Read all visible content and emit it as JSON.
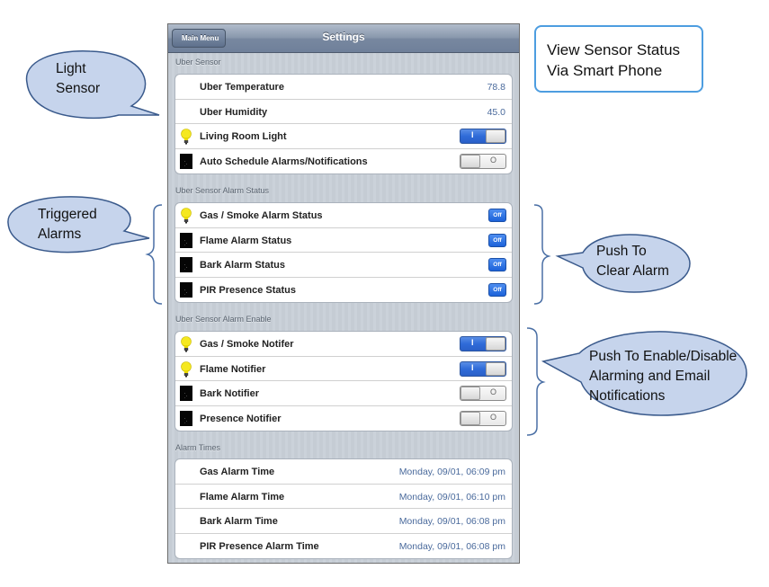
{
  "navbar": {
    "title": "Settings",
    "back_button": "Main Menu"
  },
  "sections": [
    {
      "header": "Uber Sensor",
      "rows": [
        {
          "label": "Uber Temperature",
          "icon": "none",
          "value": "78.8"
        },
        {
          "label": "Uber Humidity",
          "icon": "none",
          "value": "45.0"
        },
        {
          "label": "Living Room Light",
          "icon": "lightbulb-icon",
          "toggle": "on",
          "toggle_label": "I"
        },
        {
          "label": "Auto Schedule Alarms/Notifications",
          "icon": "black-square-icon",
          "toggle": "off",
          "toggle_label": "O"
        }
      ]
    },
    {
      "header": "Uber Sensor Alarm Status",
      "rows": [
        {
          "label": "Gas / Smoke Alarm Status",
          "icon": "lightbulb-icon",
          "button": "Off"
        },
        {
          "label": "Flame Alarm Status",
          "icon": "black-square-icon",
          "button": "Off"
        },
        {
          "label": "Bark Alarm Status",
          "icon": "black-square-icon",
          "button": "Off"
        },
        {
          "label": "PIR Presence Status",
          "icon": "black-square-icon",
          "button": "Off"
        }
      ]
    },
    {
      "header": "Uber Sensor Alarm Enable",
      "rows": [
        {
          "label": "Gas / Smoke Notifer",
          "icon": "lightbulb-icon",
          "toggle": "on",
          "toggle_label": "I"
        },
        {
          "label": "Flame Notifier",
          "icon": "lightbulb-icon",
          "toggle": "on",
          "toggle_label": "I"
        },
        {
          "label": "Bark Notifier",
          "icon": "black-square-icon",
          "toggle": "off",
          "toggle_label": "O"
        },
        {
          "label": "Presence Notifier",
          "icon": "black-square-icon",
          "toggle": "off",
          "toggle_label": "O"
        }
      ]
    },
    {
      "header": "Alarm Times",
      "rows": [
        {
          "label": "Gas Alarm Time",
          "icon": "none",
          "value": "Monday, 09/01, 06:09 pm"
        },
        {
          "label": "Flame Alarm Time",
          "icon": "none",
          "value": "Monday, 09/01, 06:10 pm"
        },
        {
          "label": "Bark Alarm Time",
          "icon": "none",
          "value": "Monday, 09/01, 06:08 pm"
        },
        {
          "label": "PIR Presence Alarm Time",
          "icon": "none",
          "value": "Monday, 09/01, 06:08 pm"
        }
      ]
    }
  ],
  "annotations": {
    "light_sensor": [
      "Light",
      "Sensor"
    ],
    "triggered_alarms": [
      "Triggered",
      "Alarms"
    ],
    "info_box": [
      "View Sensor Status",
      "Via Smart Phone"
    ],
    "push_to_clear": [
      "Push To",
      "Clear Alarm"
    ],
    "push_to_enable": [
      "Push To Enable/Disable",
      "Alarming and Email",
      "Notifications"
    ]
  },
  "colors": {
    "toggle_on": "#2f6bd8",
    "value_text": "#4a6a9c",
    "callout_fill": "#c6d4ec",
    "callout_stroke": "#3a5a8c",
    "info_border": "#4d9de0"
  }
}
